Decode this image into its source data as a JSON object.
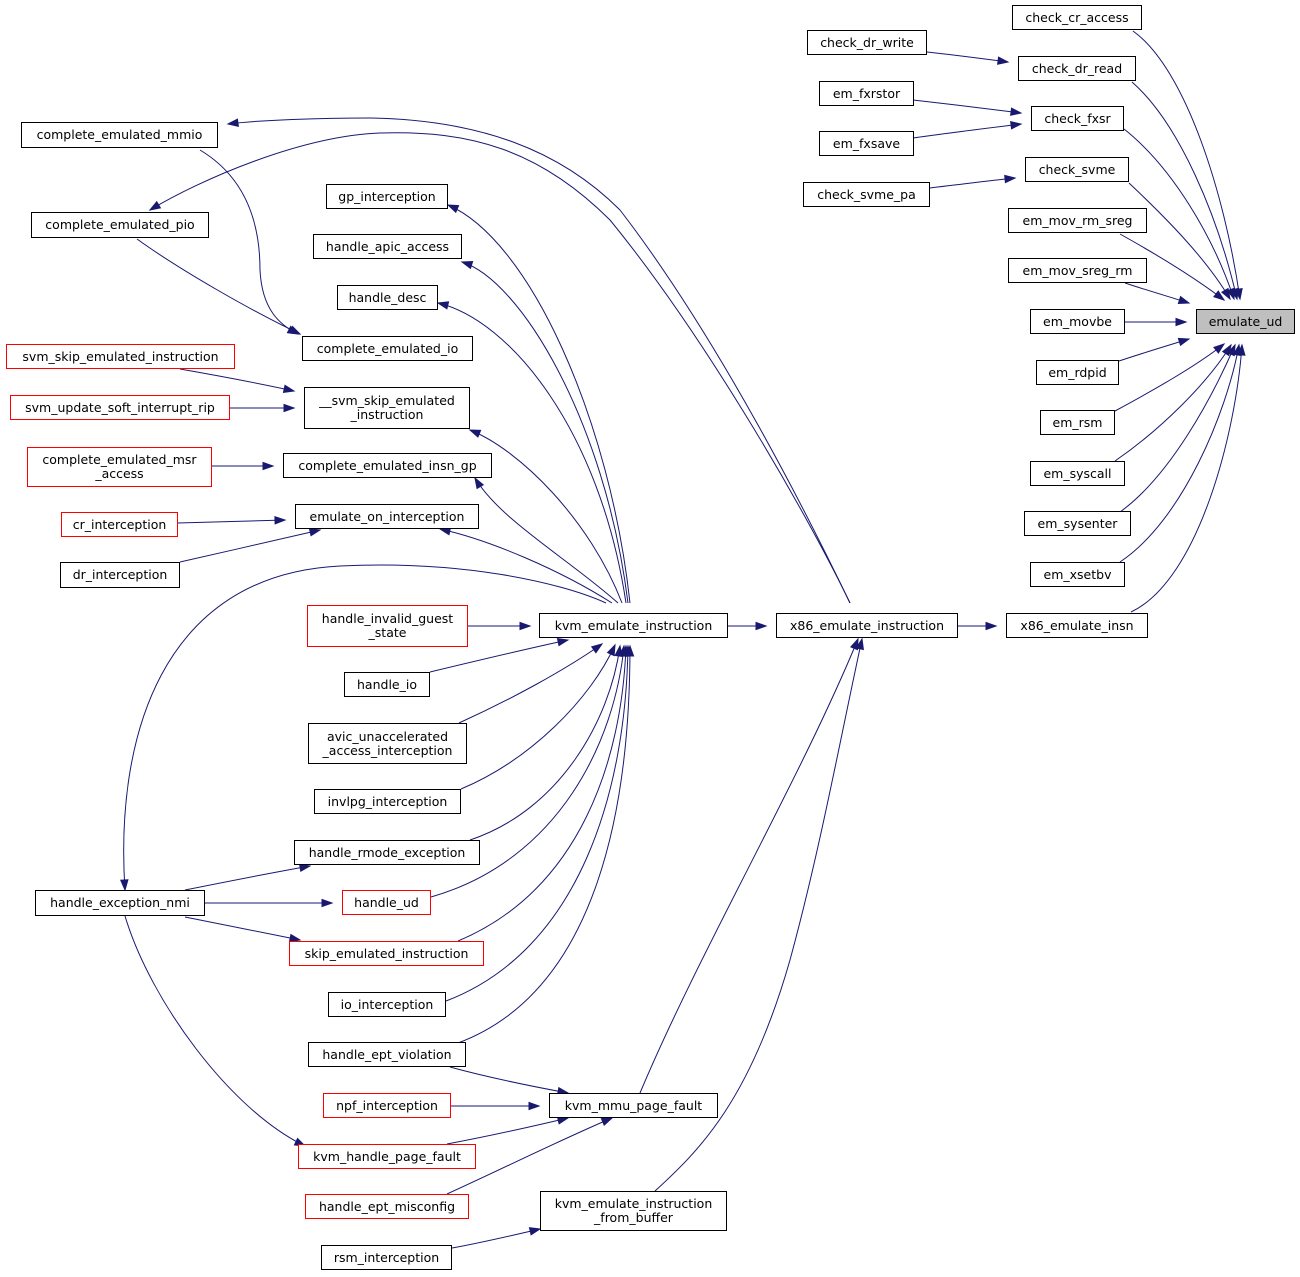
{
  "colors": {
    "edge": "#191970",
    "truncated_border": "#ff0000",
    "root_fill": "#bfbfbf",
    "border": "#000000"
  },
  "nodes": {
    "check_cr_access": [
      "check_cr_access"
    ],
    "check_dr_write": [
      "check_dr_write"
    ],
    "check_dr_read": [
      "check_dr_read"
    ],
    "em_fxrstor": [
      "em_fxrstor"
    ],
    "check_fxsr": [
      "check_fxsr"
    ],
    "em_fxsave": [
      "em_fxsave"
    ],
    "check_svme": [
      "check_svme"
    ],
    "check_svme_pa": [
      "check_svme_pa"
    ],
    "em_mov_rm_sreg": [
      "em_mov_rm_sreg"
    ],
    "em_mov_sreg_rm": [
      "em_mov_sreg_rm"
    ],
    "em_movbe": [
      "em_movbe"
    ],
    "emulate_ud": [
      "emulate_ud"
    ],
    "em_rdpid": [
      "em_rdpid"
    ],
    "em_rsm": [
      "em_rsm"
    ],
    "em_syscall": [
      "em_syscall"
    ],
    "em_sysenter": [
      "em_sysenter"
    ],
    "em_xsetbv": [
      "em_xsetbv"
    ],
    "x86_emulate_insn": [
      "x86_emulate_insn"
    ],
    "x86_emulate_instruction": [
      "x86_emulate_instruction"
    ],
    "kvm_emulate_instruction": [
      "kvm_emulate_instruction"
    ],
    "complete_emulated_mmio": [
      "complete_emulated_mmio"
    ],
    "complete_emulated_pio": [
      "complete_emulated_pio"
    ],
    "gp_interception": [
      "gp_interception"
    ],
    "handle_apic_access": [
      "handle_apic_access"
    ],
    "handle_desc": [
      "handle_desc"
    ],
    "complete_emulated_io": [
      "complete_emulated_io"
    ],
    "svm_skip_emulated_instruction": [
      "svm_skip_emulated_instruction"
    ],
    "__svm_skip_emulated_instruction": [
      "__svm_skip_emulated",
      "_instruction"
    ],
    "svm_update_soft_interrupt_rip": [
      "svm_update_soft_interrupt_rip"
    ],
    "complete_emulated_msr_access": [
      "complete_emulated_msr",
      "_access"
    ],
    "complete_emulated_insn_gp": [
      "complete_emulated_insn_gp"
    ],
    "cr_interception": [
      "cr_interception"
    ],
    "emulate_on_interception": [
      "emulate_on_interception"
    ],
    "dr_interception": [
      "dr_interception"
    ],
    "handle_invalid_guest_state": [
      "handle_invalid_guest",
      "_state"
    ],
    "handle_io": [
      "handle_io"
    ],
    "avic_unaccelerated_access_interception": [
      "avic_unaccelerated",
      "_access_interception"
    ],
    "invlpg_interception": [
      "invlpg_interception"
    ],
    "handle_rmode_exception": [
      "handle_rmode_exception"
    ],
    "handle_exception_nmi": [
      "handle_exception_nmi"
    ],
    "handle_ud": [
      "handle_ud"
    ],
    "skip_emulated_instruction": [
      "skip_emulated_instruction"
    ],
    "io_interception": [
      "io_interception"
    ],
    "handle_ept_violation": [
      "handle_ept_violation"
    ],
    "npf_interception": [
      "npf_interception"
    ],
    "kvm_mmu_page_fault": [
      "kvm_mmu_page_fault"
    ],
    "kvm_handle_page_fault": [
      "kvm_handle_page_fault"
    ],
    "handle_ept_misconfig": [
      "handle_ept_misconfig"
    ],
    "kvm_emulate_instruction_from_buffer": [
      "kvm_emulate_instruction",
      "_from_buffer"
    ],
    "rsm_interception": [
      "rsm_interception"
    ]
  }
}
